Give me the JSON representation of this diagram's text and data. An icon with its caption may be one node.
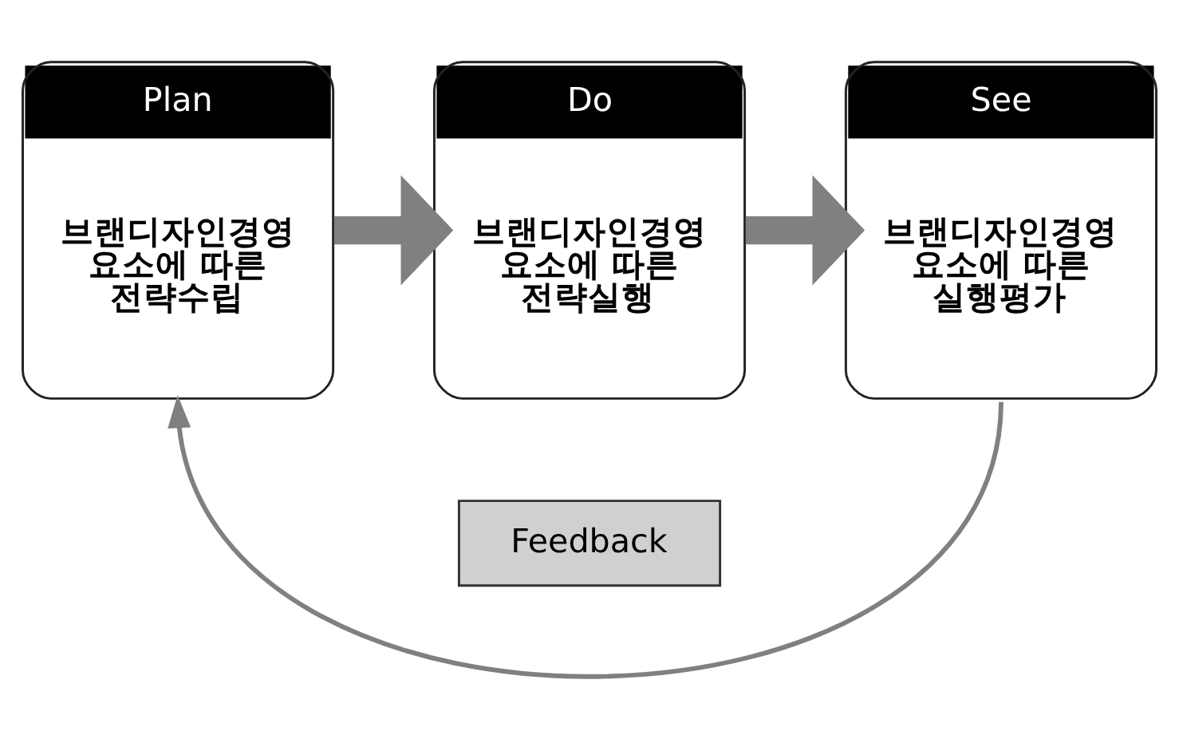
{
  "diagram": {
    "nodes": [
      {
        "text": [
          "Plan",
          "브랜디자인경영 요소에 따른 전략수립"
        ]
      },
      {
        "text": [
          "Do",
          "브랜디자인경영 요소에 따른 전략실행"
        ]
      },
      {
        "text": [
          "See",
          "브랜디자인경영 요소에 따른 실행평가"
        ]
      },
      {
        "text": [
          "Feedback"
        ]
      }
    ],
    "edges": [
      {
        "from": 0,
        "to": 1,
        "arrow": "to"
      },
      {
        "from": 1,
        "to": 2,
        "arrow": "to"
      },
      {
        "from": 2,
        "to": 0,
        "arrow": "to"
      }
    ]
  }
}
